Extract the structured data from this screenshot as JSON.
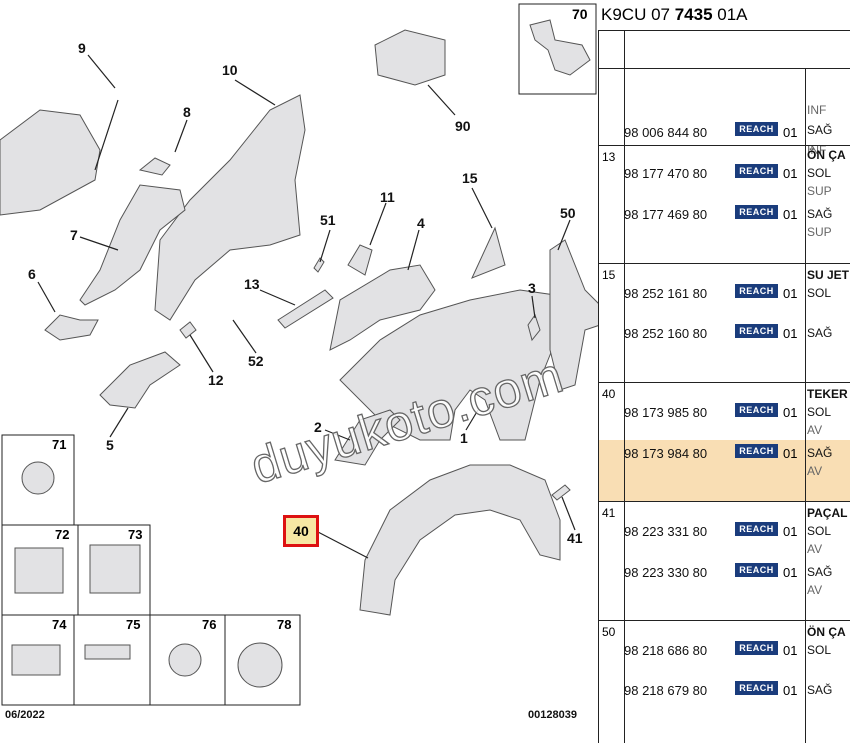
{
  "header": {
    "ref_prefix": "K9CU 07 ",
    "ref_bold": "7435",
    "ref_suffix": " 01A"
  },
  "diagram": {
    "callouts": [
      "9",
      "10",
      "8",
      "90",
      "70",
      "7",
      "6",
      "11",
      "51",
      "15",
      "50",
      "4",
      "13",
      "3",
      "12",
      "52",
      "5",
      "2",
      "1",
      "40",
      "41"
    ],
    "parts_boxes": [
      "71",
      "72",
      "73",
      "74",
      "75",
      "76",
      "78"
    ],
    "highlighted_callout": "40",
    "date": "06/2022",
    "code": "00128039",
    "watermark": "duyukoto.com"
  },
  "table": {
    "reach_badge": "REACH",
    "rows": [
      {
        "num": "",
        "items": [
          {
            "pn": "98 006 844 80",
            "qty": "01",
            "desc": [
              "INF",
              "SAĞ",
              "INF"
            ]
          }
        ]
      },
      {
        "num": "13",
        "items": [
          {
            "pn": "98 177 470 80",
            "qty": "01",
            "desc": [
              "ÖN ÇA",
              "SOL",
              "SUP"
            ]
          },
          {
            "pn": "98 177 469 80",
            "qty": "01",
            "desc": [
              "SAĞ",
              "SUP"
            ]
          }
        ]
      },
      {
        "num": "15",
        "items": [
          {
            "pn": "98 252 161 80",
            "qty": "01",
            "desc": [
              "SU JET",
              "SOL"
            ]
          },
          {
            "pn": "98 252 160 80",
            "qty": "01",
            "desc": [
              "SAĞ"
            ]
          }
        ]
      },
      {
        "num": "40",
        "items": [
          {
            "pn": "98 173 985 80",
            "qty": "01",
            "desc": [
              "TEKER",
              "SOL",
              "AV"
            ]
          },
          {
            "pn": "98 173 984 80",
            "qty": "01",
            "desc": [
              "SAĞ",
              "AV"
            ]
          }
        ]
      },
      {
        "num": "41",
        "items": [
          {
            "pn": "98 223 331 80",
            "qty": "01",
            "desc": [
              "PAÇAL",
              "SOL",
              "AV"
            ]
          },
          {
            "pn": "98 223 330 80",
            "qty": "01",
            "desc": [
              "SAĞ",
              "AV"
            ]
          }
        ]
      },
      {
        "num": "50",
        "items": [
          {
            "pn": "98 218 686 80",
            "qty": "01",
            "desc": [
              "ÖN ÇA",
              "SOL"
            ]
          },
          {
            "pn": "98 218 679 80",
            "qty": "01",
            "desc": [
              "SAĞ"
            ]
          }
        ]
      }
    ]
  }
}
